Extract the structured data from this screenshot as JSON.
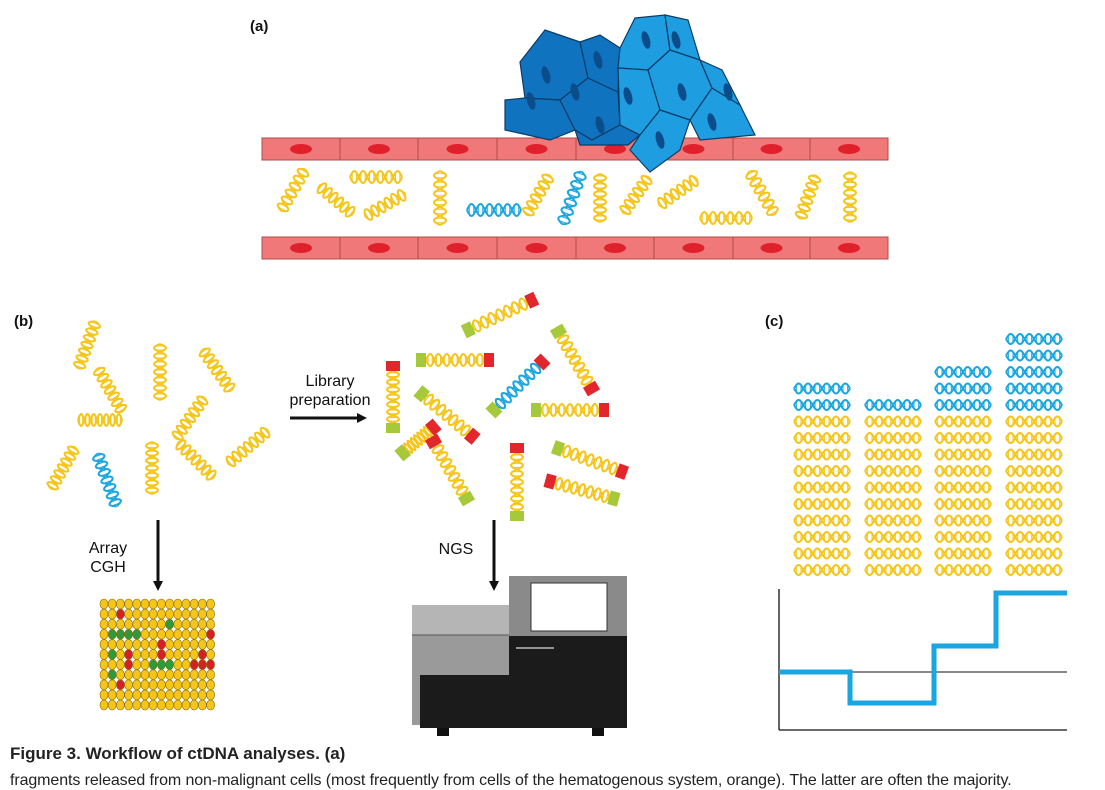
{
  "figure": {
    "panel_a": "(a)",
    "panel_b": "(b)",
    "panel_c": "(c)",
    "step_library_line1": "Library",
    "step_library_line2": "preparation",
    "step_array_line1": "Array",
    "step_array_line2": "CGH",
    "step_ngs": "NGS"
  },
  "caption": {
    "title": "Figure 3. Workflow of ctDNA analyses. (a)",
    "line2": "fragments released from non-malignant cells (most frequently from cells of the hematogenous system, orange). The latter are often the majority."
  },
  "colors": {
    "normal_dna": "#f5c518",
    "tumor_dna": "#1aa6e0",
    "vessel_wall": "#f07878",
    "vessel_nucleus": "#e0202a",
    "tumor_cell_dark": "#1073c0",
    "tumor_cell_light": "#1e9ee0",
    "adapter_red": "#e3262b",
    "adapter_green": "#a6c93a",
    "array_red": "#d81e26",
    "array_green": "#2e9a3c",
    "step_line": "#1aa6e0"
  },
  "icons": [
    "dna-helix-icon",
    "tumor-cell-icon",
    "arrow-icon",
    "sequencer-icon",
    "microarray-icon"
  ]
}
